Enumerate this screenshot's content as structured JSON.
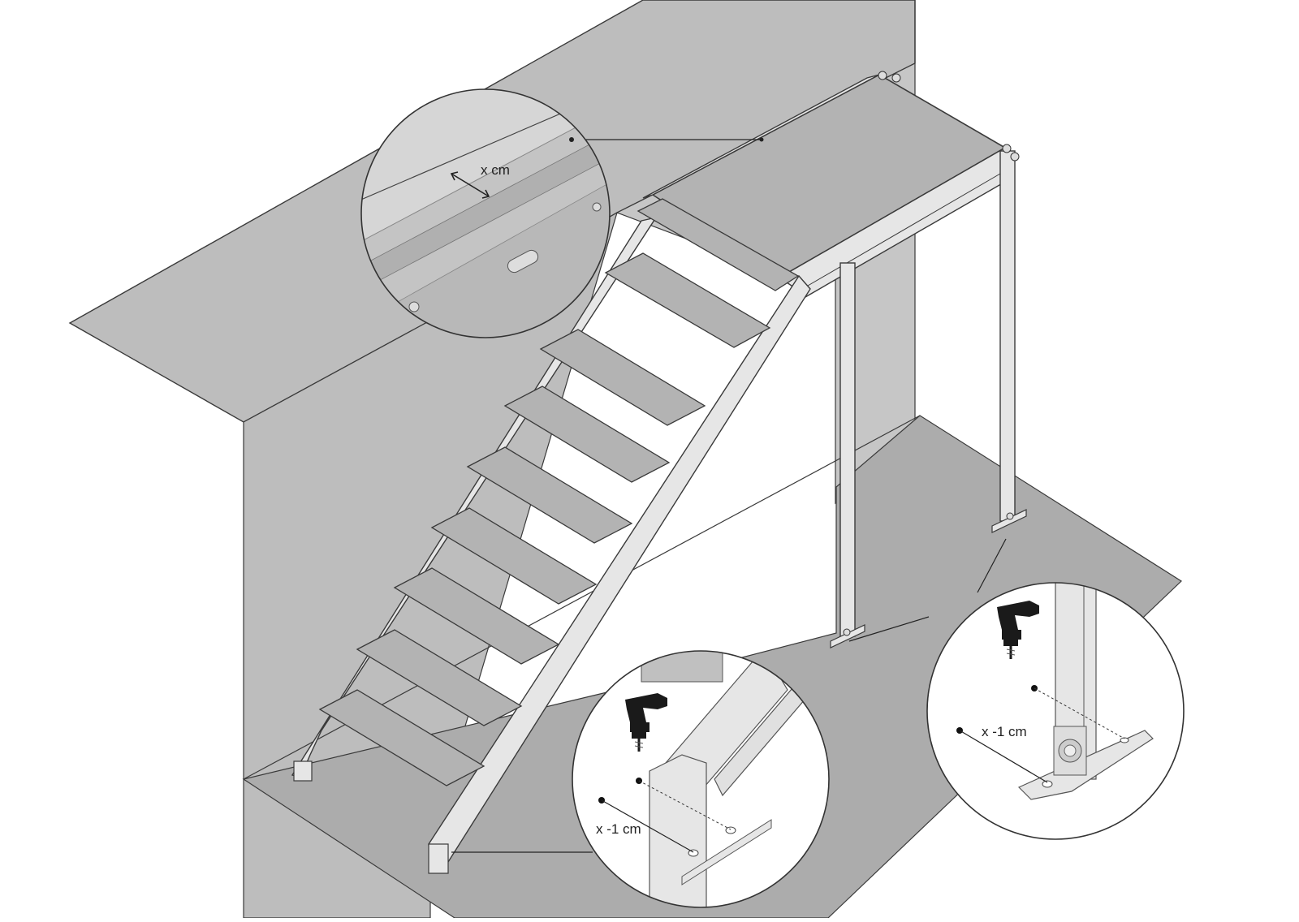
{
  "diagram": {
    "labels": {
      "top_detail": "x cm",
      "bottom_detail": "x -1 cm",
      "right_detail": "x -1 cm"
    },
    "icons": [
      "drill-icon",
      "drill-icon"
    ],
    "colors": {
      "surface": "#bdbdbd",
      "surface_dark": "#acacac",
      "wall_light": "#c6c6c6",
      "tread": "#b3b3b3",
      "metal": "#e6e6e6",
      "line": "#3a3a3a",
      "detail_bg": "#ffffff",
      "drill": "#1a1a1a"
    }
  }
}
